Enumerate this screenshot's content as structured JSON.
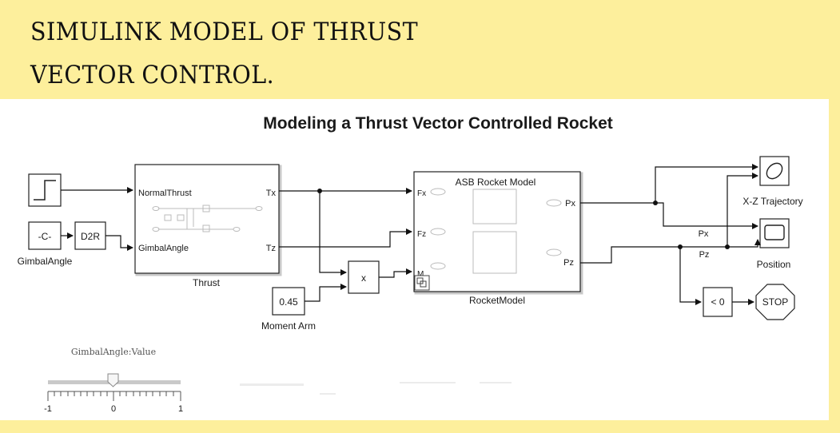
{
  "slide": {
    "title_line1": "SIMULINK MODEL OF THRUST",
    "title_line2": "VECTOR  CONTROL."
  },
  "model": {
    "title": "Modeling a Thrust Vector Controlled Rocket",
    "blocks": {
      "constant_value": "-C-",
      "constant_label": "GimbalAngle",
      "d2r": "D2R",
      "thrust_in1": "NormalThrust",
      "thrust_in2": "GimbalAngle",
      "thrust_out1": "Tx",
      "thrust_out2": "Tz",
      "thrust_label": "Thrust",
      "moment_value": "0.45",
      "moment_label": "Moment Arm",
      "product": "x",
      "rocket_title": "ASB Rocket Model",
      "rocket_in1": "Fx",
      "rocket_in2": "Fz",
      "rocket_in3": "M",
      "rocket_out1": "Px",
      "rocket_out2": "Pz",
      "rocket_label": "RocketModel",
      "xz_label": "X-Z Trajectory",
      "position_label": "Position",
      "compare": "< 0",
      "stop": "STOP",
      "signal_px": "Px",
      "signal_pz": "Pz"
    },
    "slider": {
      "label": "GimbalAngle:Value",
      "min": "-1",
      "mid": "0",
      "max": "1",
      "value": 0
    }
  }
}
